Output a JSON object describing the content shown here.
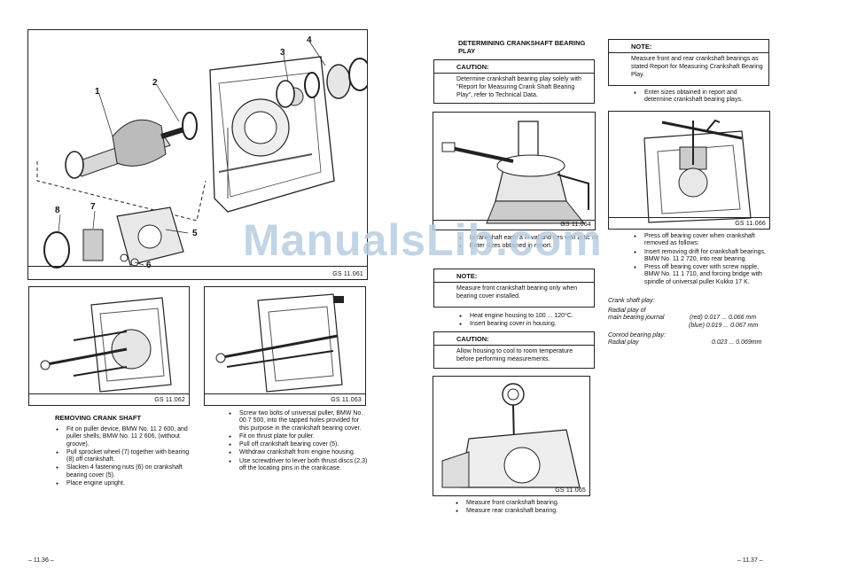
{
  "left_page": {
    "main_figure": {
      "label": "GS 11.061",
      "callouts": [
        "1",
        "2",
        "3",
        "4",
        "5",
        "6",
        "7",
        "8"
      ]
    },
    "figure_a": {
      "label": "GS 11.062"
    },
    "figure_b": {
      "label": "GS 11.063"
    },
    "section_title": "REMOVING CRANK SHAFT",
    "steps_col1": [
      "Fit on puller device, BMW No. 11 2 600, and puller shells, BMW No. 11 2 606, (without groove).",
      "Pull sprocket wheel (7) together with bearing (8) off crankshaft.",
      "Slacken 4 fastening nuts (6) on crankshaft bearing cover (5).",
      "Place engine upright."
    ],
    "steps_col2": [
      "Screw two bolts of universal puller, BMW No. 00 7 500, into the tapped holes provided for this purpose in the crankshaft bearing cover.",
      "Fit on thrust plate for puller.",
      "Pull off crankshaft bearing cover (5).",
      "Withdraw crankshaft from engine housing.",
      "Use screwdriver to lever both thrust discs (2,3) off the locating pins in the crankcase."
    ],
    "page_number": "– 11.36 –"
  },
  "right_page": {
    "section_title": "DETERMINING CRANKSHAFT BEARING PLAY",
    "caution_1": {
      "title": "CAUTION:",
      "body": "Determine crankshaft bearing play solely with \"Report for Measuring Crank Shaft Bearing Play\", refer to Technical Data."
    },
    "figure_c": {
      "label": "GS 11.064"
    },
    "steps_c": [
      "Ia     rankshaft  earin      a     in val    and  ees  with   al  tic  ne",
      "Enter sizes obtained in report."
    ],
    "note_1": {
      "title": "NOTE:",
      "body": "Measure front crankshaft bearing only when bearing cover installed."
    },
    "steps_d": [
      "Heat engine housing to 100 ... 120°C.",
      "Insert bearing cover in housing."
    ],
    "caution_2": {
      "title": "CAUTION:",
      "body": "Allow housing to cool to room temperature before performing measurements."
    },
    "figure_d": {
      "label": "GS 11.065"
    },
    "steps_e": [
      "Measure front crankshaft bearing.",
      "Measure rear crankshaft bearing."
    ],
    "note_2": {
      "title": "NOTE:",
      "body": "Measure front and rear crankshaft bearings as stated Report for Measuring Crankshaft Bearing Play."
    },
    "steps_f": [
      "Enter sizes obtained in report and determine crankshaft bearing plays."
    ],
    "figure_e": {
      "label": "GS 11.066"
    },
    "steps_g": [
      "Press off bearing cover when crankshaft removed as follows:",
      "Insert removing drift for crankshaft bearings, BMW No. 11 2 720, into rear bearing.",
      "Press off bearing cover with screw nipple, BMW No. 11 1 710, and forcing bridge with spindle of universal puller Kukko 17 K."
    ],
    "specs": {
      "heading": "Crank shaft play:",
      "radial_line1": "Radial play of",
      "radial_line2": "main bearing journal",
      "red_label": "(red) 0.017 ... 0.066 mm",
      "blue_label": "(blue) 0.019 ... 0.067 mm",
      "conrod_heading": "Conrod bearing play:",
      "conrod_label": "Radial play",
      "conrod_value": "0.023 ... 0.069mm"
    },
    "page_number": "– 11.37 –"
  },
  "watermark": "ManualsLib.com"
}
